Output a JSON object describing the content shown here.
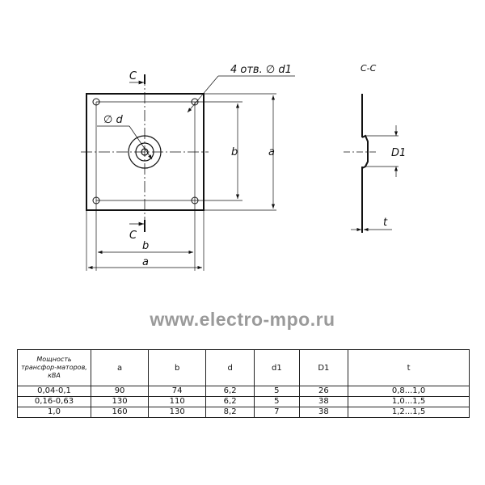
{
  "drawing": {
    "section_mark": "C",
    "holes_label": "4 отв. ∅ d1",
    "d_label": "∅ d",
    "dim_a": "a",
    "dim_b": "b",
    "section_title": "C-C",
    "dim_D1": "D1",
    "dim_t": "t"
  },
  "watermark": "www.electro-mpo.ru",
  "table": {
    "headers": [
      "Мощность трансфор-маторов, кВА",
      "a",
      "b",
      "d",
      "d1",
      "D1",
      "t"
    ],
    "rows": [
      [
        "0,04-0,1",
        "90",
        "74",
        "6,2",
        "5",
        "26",
        "0,8...1,0"
      ],
      [
        "0,16-0,63",
        "130",
        "110",
        "6,2",
        "5",
        "38",
        "1,0...1,5"
      ],
      [
        "1,0",
        "160",
        "130",
        "8,2",
        "7",
        "38",
        "1,2...1,5"
      ]
    ]
  }
}
